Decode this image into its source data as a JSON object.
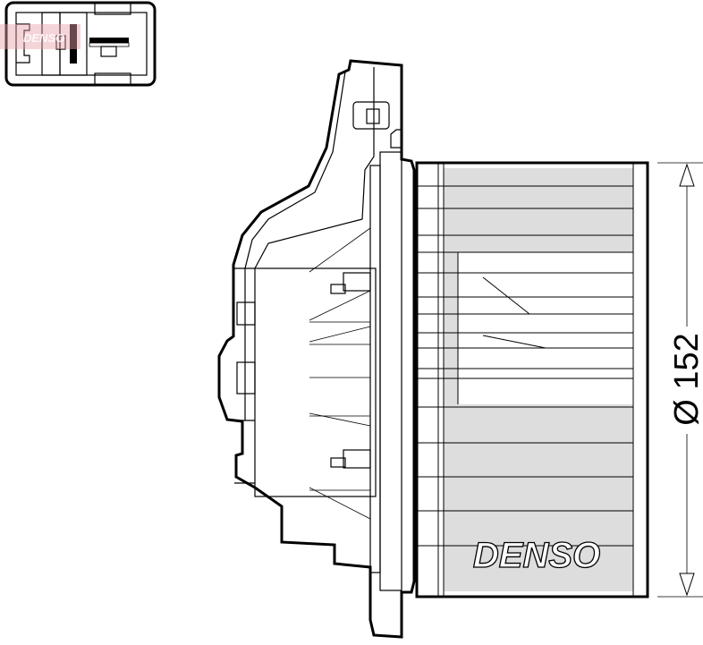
{
  "drawing": {
    "dimension_label": "Ø 152",
    "brand_logo": "DENSO",
    "watermark": "DENSO",
    "colors": {
      "line": "#000000",
      "blade_fill": "#dddddd",
      "watermark": "#e8a0a8"
    }
  }
}
